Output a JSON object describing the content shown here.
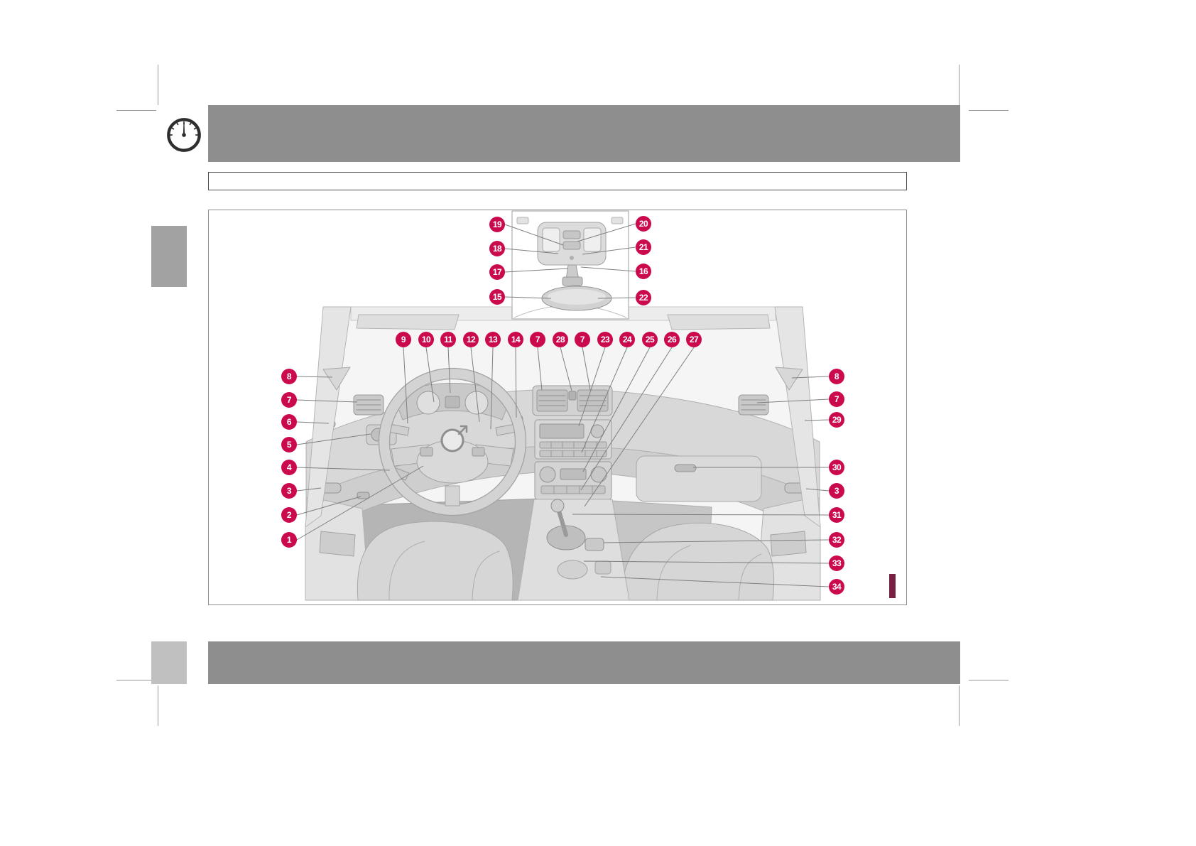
{
  "colors": {
    "callout": "#CB0A4E",
    "header_bar": "#8E8E8E",
    "chapter_tab": "#A2A2A2",
    "footer_tab": "#C0C0C0",
    "section_marker": "#7A1E44"
  },
  "icons": {
    "header_icon": "speedometer-gauge"
  },
  "title_bar": {
    "text": ""
  },
  "callouts": {
    "k19": "19",
    "k18": "18",
    "k17": "17",
    "k15": "15",
    "k20": "20",
    "k21": "21",
    "k16": "16",
    "k22": "22",
    "k9": "9",
    "k10": "10",
    "k11": "11",
    "k12": "12",
    "k13": "13",
    "k14": "14",
    "k7a": "7",
    "k28": "28",
    "k7b": "7",
    "k23": "23",
    "k24": "24",
    "k25": "25",
    "k26": "26",
    "k27": "27",
    "k8l": "8",
    "k7l": "7",
    "k6": "6",
    "k5": "5",
    "k4": "4",
    "k3l": "3",
    "k2": "2",
    "k1": "1",
    "k8r": "8",
    "k7r": "7",
    "k29": "29",
    "k30": "30",
    "k3r": "3",
    "k31": "31",
    "k32": "32",
    "k33": "33",
    "k34": "34"
  }
}
